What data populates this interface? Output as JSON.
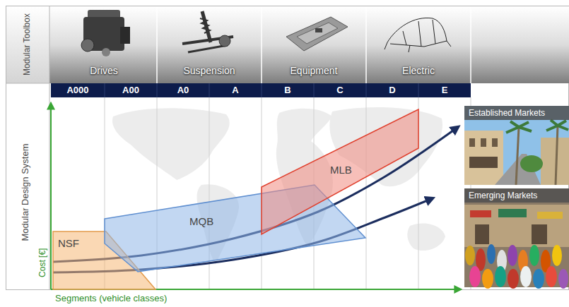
{
  "diagram": {
    "nodes": [
      {
        "text": [
          "NSF"
        ]
      },
      {
        "text": [
          "MQB"
        ]
      },
      {
        "text": [
          "MLB"
        ]
      },
      {
        "text": [
          "Established Markets"
        ]
      },
      {
        "text": [
          "Emerging Markets"
        ]
      }
    ],
    "labels": [
      "Modular Toolbox",
      "Drives",
      "Suspension",
      "Equipment",
      "Electric",
      "A000",
      "A00",
      "A0",
      "A",
      "B",
      "C",
      "D",
      "E",
      "Modular Design System",
      "Cost [€]",
      "Segments (vehicle classes)"
    ]
  }
}
